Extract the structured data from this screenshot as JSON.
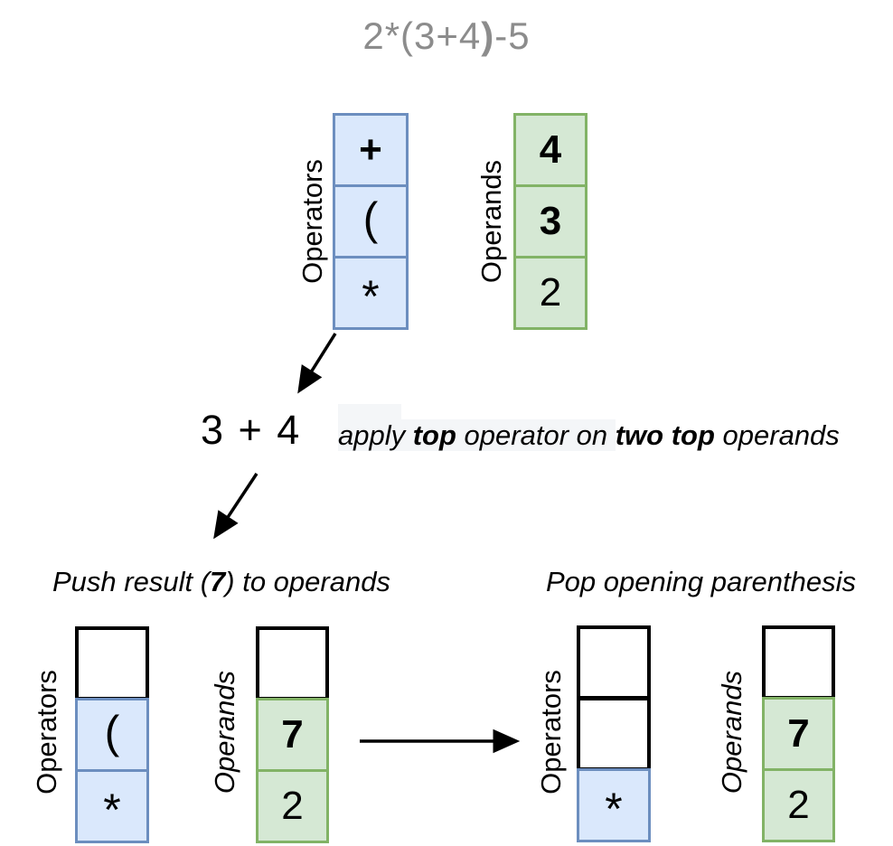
{
  "title": {
    "pre": "2*(3+4",
    "paren_bold": ")",
    "post": "-5"
  },
  "colors": {
    "operator_fill": "#dae8fc",
    "operator_stroke": "#6c8ebf",
    "operand_fill": "#d5e8d4",
    "operand_stroke": "#82b366",
    "empty_cell_stroke": "#000000",
    "title_text": "#8c8c8c",
    "annotation_highlight": "#f4f6f8",
    "arrow": "#000000"
  },
  "initial_state": {
    "operators": {
      "label": "Operators",
      "cells": [
        "+",
        "(",
        "*"
      ]
    },
    "operands": {
      "label": "Operands",
      "cells": [
        "4",
        "3",
        "2"
      ]
    }
  },
  "apply_step": {
    "expression": "3 + 4",
    "annotation": {
      "hl1": "apply ",
      "hl_bold": "top",
      "hl2": " operator on ",
      "bold2": "two top",
      "rest": " operands"
    }
  },
  "push_step": {
    "caption": {
      "pre": "Push result (",
      "bold": "7",
      "post": ") to operands"
    },
    "operators": {
      "label": "Operators",
      "cells": [
        "",
        "(",
        "*"
      ]
    },
    "operands": {
      "label": "Operands",
      "cells": [
        "",
        "7",
        "2"
      ]
    }
  },
  "pop_step": {
    "caption": "Pop opening parenthesis",
    "operators": {
      "label": "Operators",
      "cells": [
        "",
        "",
        "*"
      ]
    },
    "operands": {
      "label": "Operands",
      "cells": [
        "",
        "7",
        "2"
      ]
    }
  }
}
